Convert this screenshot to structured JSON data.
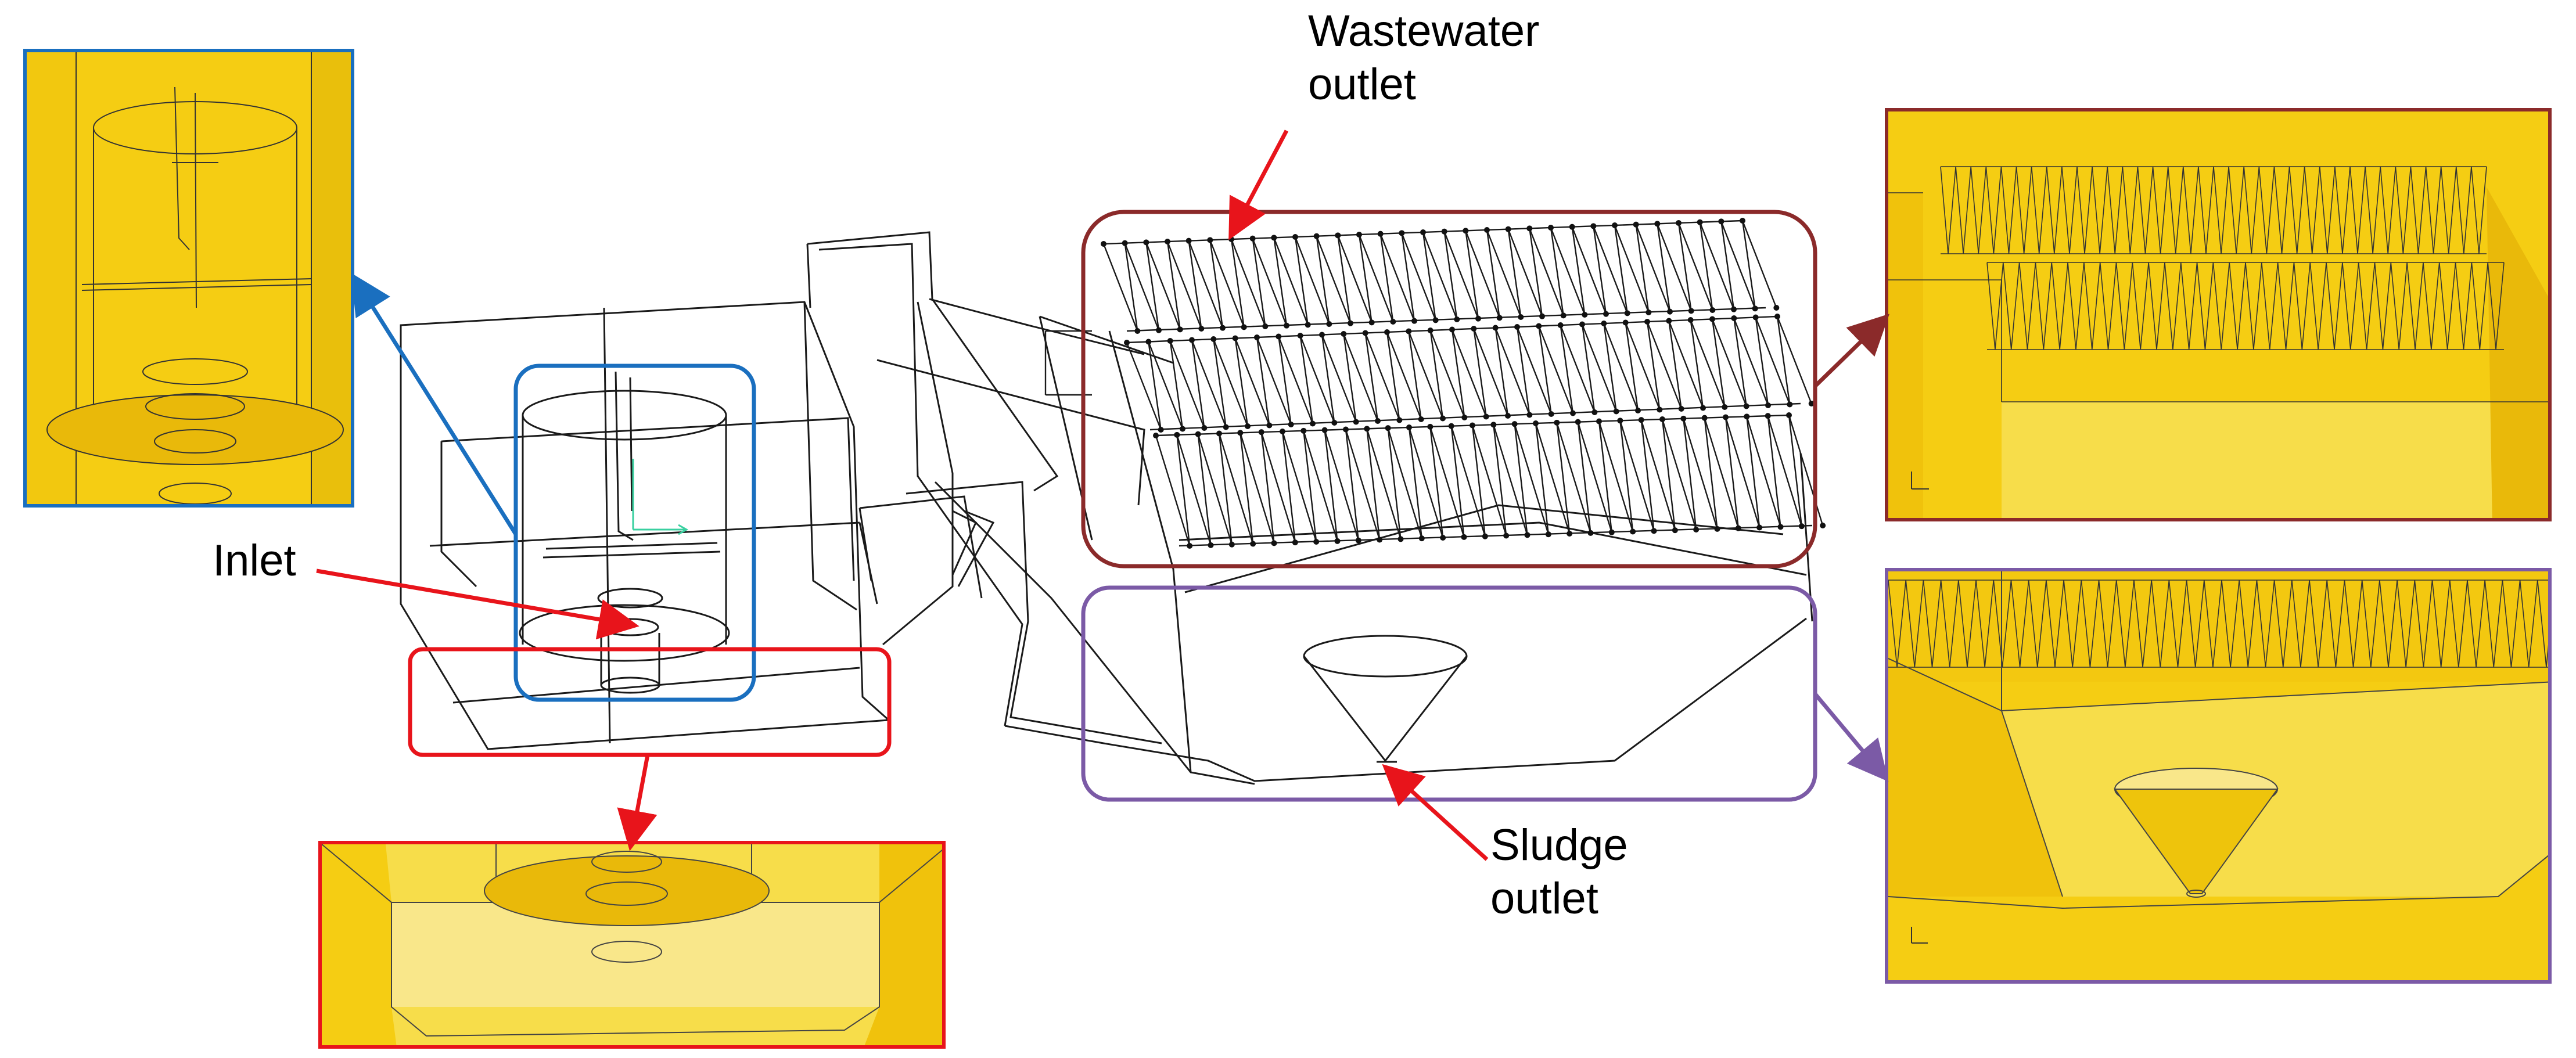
{
  "labels": {
    "wastewater_outlet": [
      "Wastewater",
      "outlet"
    ],
    "inlet": "Inlet",
    "sludge_outlet": [
      "Sludge",
      "outlet"
    ]
  },
  "colors": {
    "arrow": "#e8141b",
    "inlet_box": "#e8141b",
    "center_box": "#1a6fbf",
    "wastewater_box": "#8b2a2a",
    "sludge_box": "#7b5aa6",
    "mesh_yellow": "#f5cd13",
    "mesh_shade": "#e9b90a",
    "wire": "#1a1a1a"
  },
  "icons": [
    "axis-triad-icon"
  ]
}
